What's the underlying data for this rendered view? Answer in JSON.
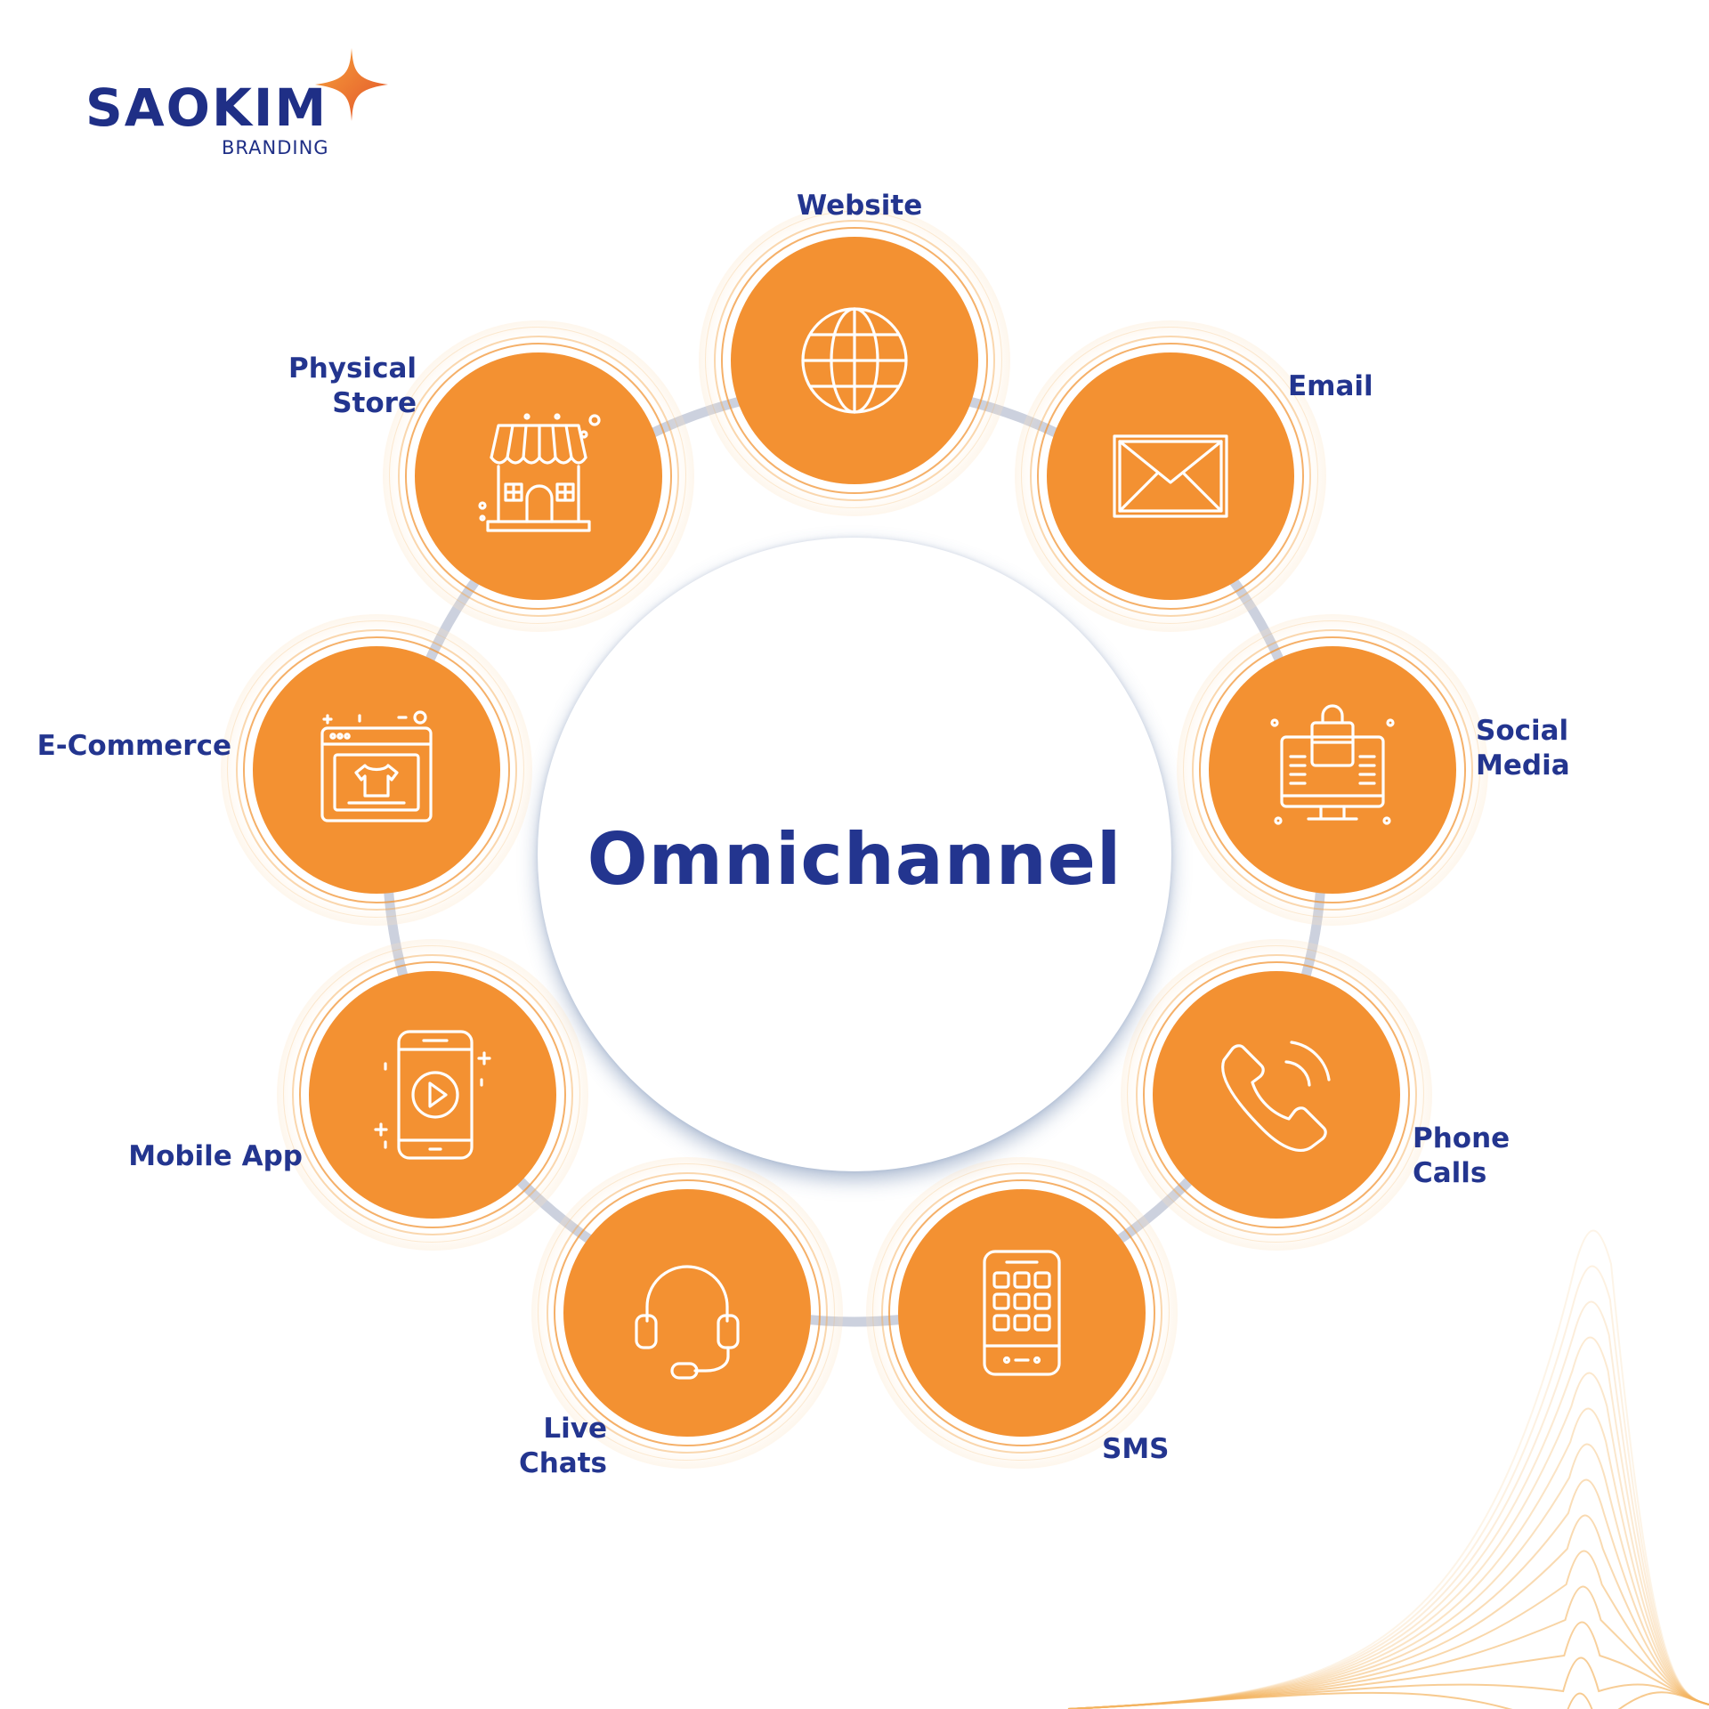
{
  "brand": {
    "name": "SAOKIM",
    "tagline": "BRANDING",
    "colors": {
      "navy": "#23358f",
      "orange": "#f39132"
    }
  },
  "diagram": {
    "center_label": "Omnichannel",
    "channels": [
      {
        "id": "website",
        "lines": [
          "Website"
        ],
        "icon": "globe-icon"
      },
      {
        "id": "email",
        "lines": [
          "Email"
        ],
        "icon": "envelope-icon"
      },
      {
        "id": "social-media",
        "lines": [
          "Social",
          "Media"
        ],
        "icon": "monitor-shopping-bag-icon"
      },
      {
        "id": "phone-calls",
        "lines": [
          "Phone",
          "Calls"
        ],
        "icon": "phone-icon"
      },
      {
        "id": "sms",
        "lines": [
          "SMS"
        ],
        "icon": "keypad-phone-icon"
      },
      {
        "id": "live-chats",
        "lines": [
          "Live",
          "Chats"
        ],
        "icon": "headset-icon"
      },
      {
        "id": "mobile-app",
        "lines": [
          "Mobile App"
        ],
        "icon": "mobile-video-icon"
      },
      {
        "id": "e-commerce",
        "lines": [
          "E-Commerce"
        ],
        "icon": "online-shop-icon"
      },
      {
        "id": "physical-store",
        "lines": [
          "Physical",
          "Store"
        ],
        "icon": "storefront-icon"
      }
    ]
  }
}
